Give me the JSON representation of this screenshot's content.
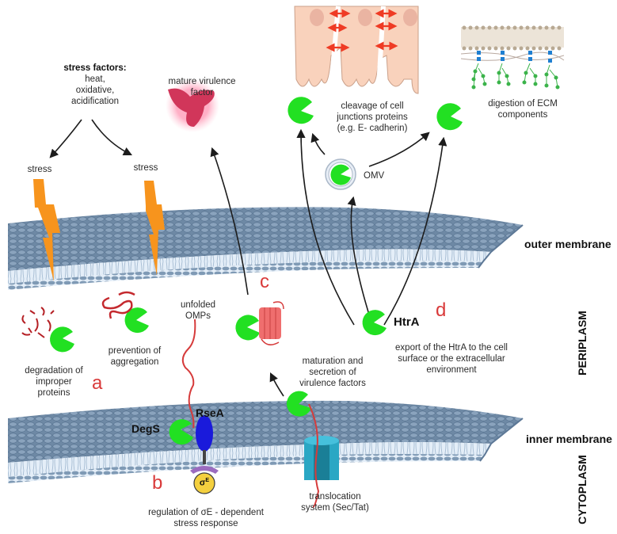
{
  "figure": {
    "regions": {
      "outer_membrane": "outer membrane",
      "inner_membrane": "inner membrane",
      "periplasm": "PERIPLASM",
      "cytoplasm": "CYTOPLASM"
    },
    "stress": {
      "title": "stress factors:",
      "factors": [
        "heat,",
        "oxidative,",
        "acidification"
      ],
      "stress_labels": [
        "stress",
        "stress"
      ]
    },
    "panels": {
      "a": {
        "letter": "a",
        "degradation": [
          "degradation of",
          "improper",
          "proteins"
        ],
        "prevention": [
          "prevention of",
          "aggregation"
        ]
      },
      "b": {
        "letter": "b",
        "unfolded": [
          "unfolded",
          "OMPs"
        ],
        "degs": "DegS",
        "rsea": "RseA",
        "sigma": "σE",
        "regulation": [
          "regulation of σE - dependent",
          "stress response"
        ]
      },
      "c": {
        "letter": "c",
        "mature": [
          "mature virulence",
          "factor"
        ],
        "maturation": [
          "maturation and",
          "secretion of",
          "virulence factors"
        ],
        "translocation": [
          "translocation",
          "system (Sec/Tat)"
        ]
      },
      "d": {
        "letter": "d",
        "htra": "HtrA",
        "export": [
          "export of the HtrA to the cell",
          "surface or the extracellular",
          "environment"
        ],
        "omv": "OMV",
        "cleavage": [
          "cleavage of cell",
          "junctions proteins",
          "(e.g. E- cadherin)"
        ],
        "ecm": [
          "digestion of ECM",
          "components"
        ]
      }
    },
    "colors": {
      "protease_green": "#22e022",
      "membrane_blue": "#6f8aa6",
      "membrane_light": "#dbe9f5",
      "bolt_orange": "#f7941d",
      "letter_red": "#d93a3a",
      "rsea_blue": "#1a1adb",
      "sigma_yellow": "#f4d03f",
      "anchor_purple": "#9b6bbf",
      "channel_teal": "#2aa7c4",
      "epithelium": "#f8cdb4",
      "virulence_red": "#d1365a"
    }
  }
}
